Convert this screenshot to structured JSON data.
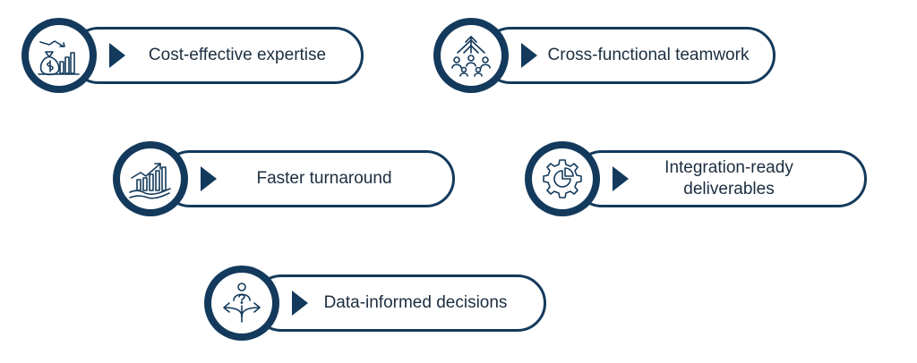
{
  "colors": {
    "primary": "#133a5c",
    "text": "#1c2e40",
    "background": "#ffffff"
  },
  "items": [
    {
      "label": "Cost-effective expertise",
      "icon": "money-bag-chart-icon"
    },
    {
      "label": "Cross-functional teamwork",
      "icon": "team-network-icon"
    },
    {
      "label": "Faster turnaround",
      "icon": "hand-growth-chart-icon"
    },
    {
      "label_lines": [
        "Integration-ready",
        "deliverables"
      ],
      "icon": "gear-integration-icon"
    },
    {
      "label": "Data-informed decisions",
      "icon": "decision-paths-icon"
    }
  ]
}
